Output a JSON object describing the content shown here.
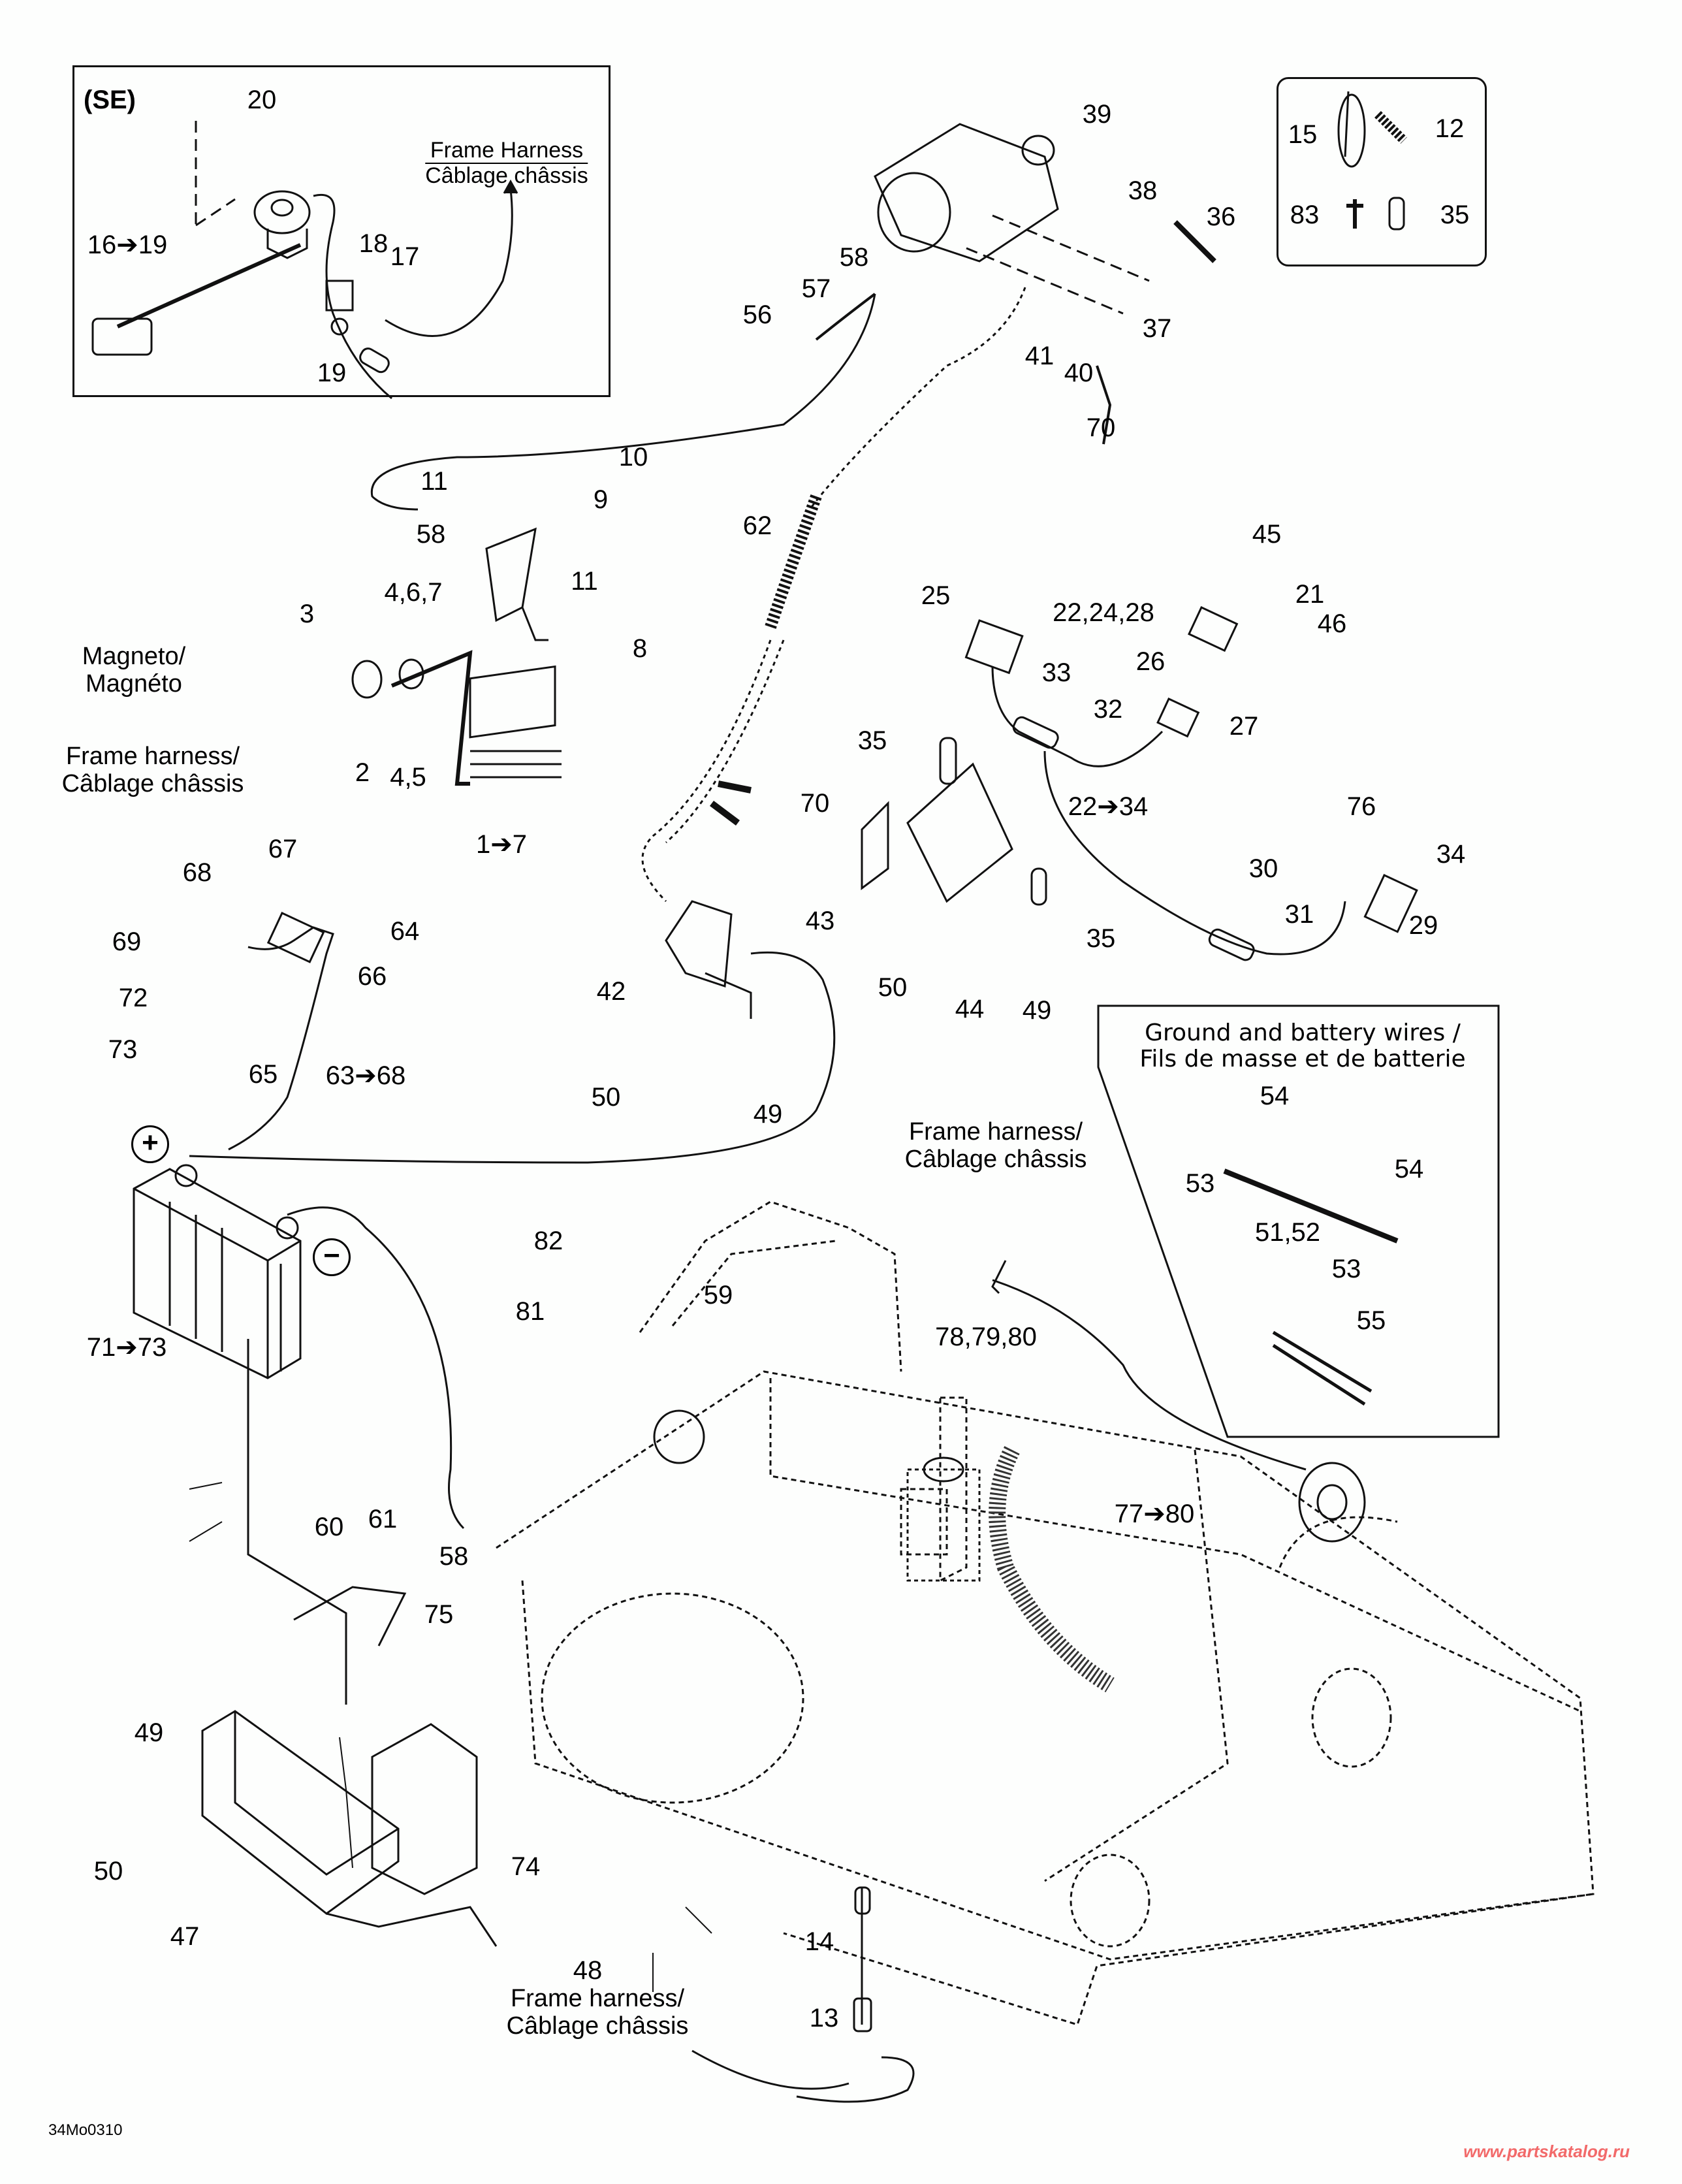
{
  "diagram": {
    "document_code": "34Mo0310",
    "watermark": "www.partskatalog.ru",
    "inset_se": {
      "tag": "(SE)",
      "harness_line1": "Frame Harness",
      "harness_line2": "Câblage châssis",
      "labels": [
        "20",
        "16➔19",
        "18",
        "17",
        "19"
      ]
    },
    "inset_hardware": {
      "labels": [
        "15",
        "12",
        "83",
        "35"
      ]
    },
    "inset_ground": {
      "title_line1": "Ground and battery wires /",
      "title_line2": "Fils de masse et de batterie",
      "labels": [
        "54",
        "53",
        "51,52",
        "54",
        "53",
        "55"
      ]
    },
    "captions": {
      "magneto_line1": "Magneto/",
      "magneto_line2": "Magnéto",
      "frame_harness_line1": "Frame harness/",
      "frame_harness_line2": "Câblage châssis"
    },
    "polarity": {
      "positive": "+",
      "negative": "−"
    },
    "callouts": {
      "starter": [
        "39",
        "38",
        "36",
        "58",
        "57",
        "56",
        "37",
        "41",
        "40",
        "70"
      ],
      "regulator": [
        "11",
        "10",
        "9",
        "58",
        "11",
        "3",
        "4,6,7",
        "8",
        "2",
        "4,5",
        "1➔7"
      ],
      "relay_group": [
        "62",
        "25",
        "22,24,28",
        "33",
        "45",
        "21",
        "46",
        "26",
        "27",
        "32",
        "22➔34",
        "76",
        "34",
        "30",
        "29",
        "31"
      ],
      "bracket_group": [
        "35",
        "70",
        "43",
        "42",
        "50",
        "49",
        "35",
        "50",
        "44",
        "49"
      ],
      "battery_group": [
        "68",
        "67",
        "64",
        "69",
        "66",
        "72",
        "73",
        "63➔68",
        "65",
        "71➔73"
      ],
      "frame_group": [
        "82",
        "81",
        "59",
        "78,79,80",
        "77➔80",
        "60",
        "61",
        "58",
        "75",
        "49",
        "74",
        "50",
        "47",
        "48",
        "14",
        "13"
      ]
    }
  }
}
